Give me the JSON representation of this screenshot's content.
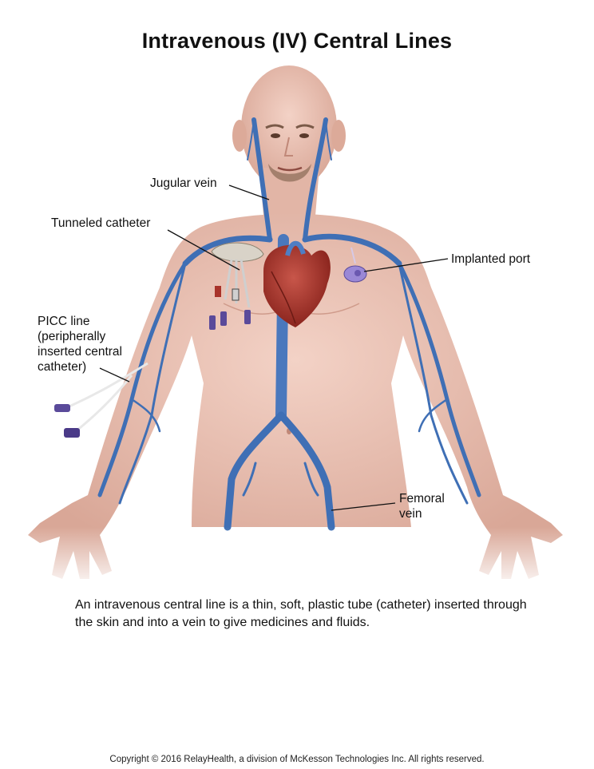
{
  "title": "Intravenous (IV) Central Lines",
  "labels": {
    "jugular": "Jugular vein",
    "tunneled": "Tunneled catheter",
    "implanted": "Implanted port",
    "picc": "PICC line\n(peripherally\ninserted central\ncatheter)",
    "femoral": "Femoral\nvein"
  },
  "caption": "An intravenous central line is a thin, soft, plastic tube (catheter) inserted through the skin and into a vein to give medicines and fluids.",
  "copyright": "Copyright © 2016 RelayHealth, a division of McKesson Technologies Inc. All rights reserved.",
  "colors": {
    "skin": "#e9c3b6",
    "skin_shade": "#d9a797",
    "vein": "#3f6fb5",
    "vein_light": "#6f97d3",
    "heart": "#a8332a",
    "catheter": "#5a4a9a"
  }
}
